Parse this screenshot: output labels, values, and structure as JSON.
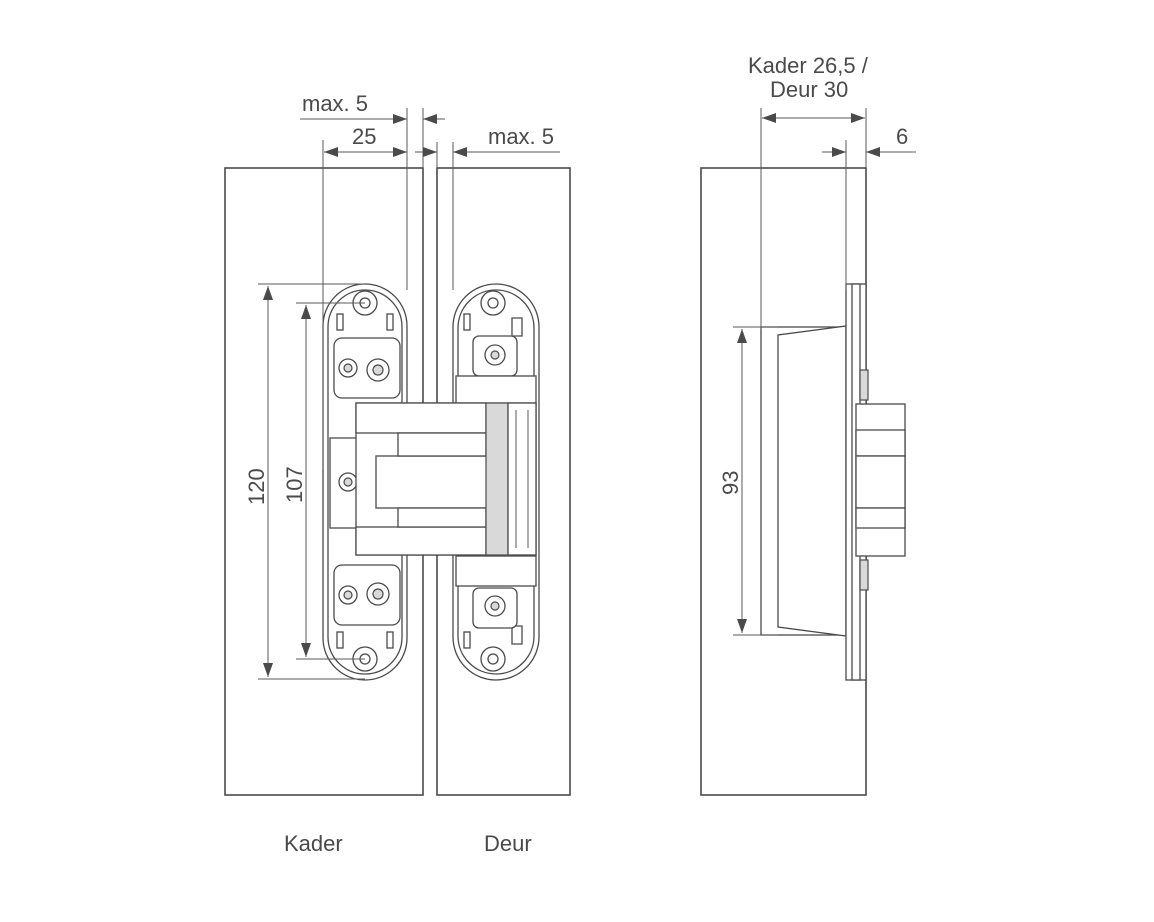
{
  "dimensions": {
    "top_max_left": "max. 5",
    "width_25": "25",
    "top_max_right": "max. 5",
    "height_120": "120",
    "height_107": "107",
    "side_top_line1": "Kader 26,5 /",
    "side_top_line2": "Deur 30",
    "side_offset": "6",
    "side_height": "93"
  },
  "labels": {
    "frame": "Kader",
    "door": "Deur"
  },
  "colors": {
    "line": "#4a4a4a",
    "shade": "#d9d9d9",
    "dark": "#9a9a9a"
  }
}
